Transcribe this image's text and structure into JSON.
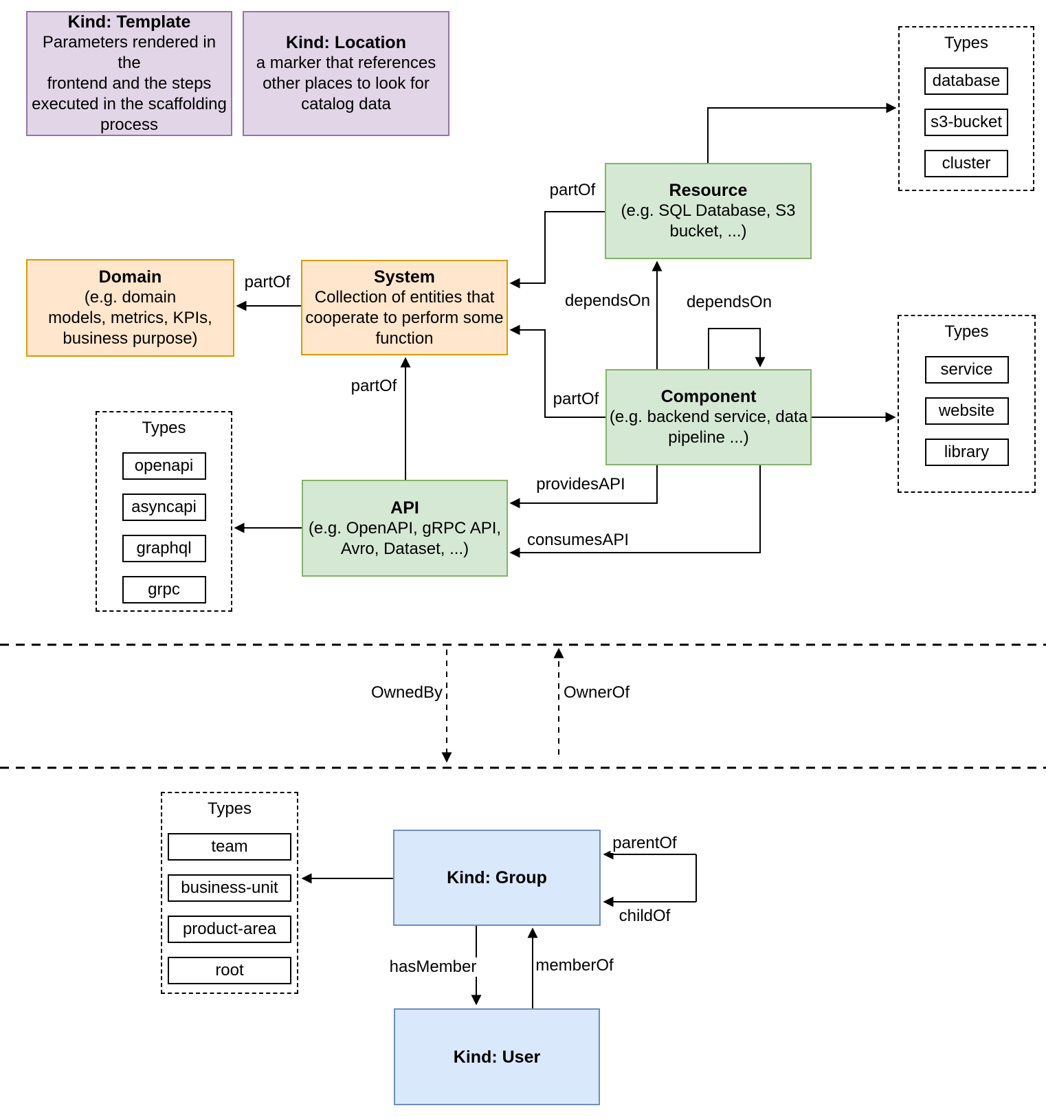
{
  "colors": {
    "green_fill": "#d5e8d4",
    "green_stroke": "#82b366",
    "orange_fill": "#ffe6cc",
    "orange_stroke": "#d79b00",
    "purple_fill": "#e1d5e7",
    "purple_stroke": "#9673a6",
    "blue_fill": "#dae8fc",
    "blue_stroke": "#6c8ebf",
    "line_color": "#000000"
  },
  "nodes": {
    "template": {
      "title": "Kind: Template",
      "body": "Parameters rendered in the\nfrontend and the steps\nexecuted in  the scaffolding\nprocess"
    },
    "location": {
      "title": "Kind: Location",
      "body": "a marker that references\nother places to look for\ncatalog data"
    },
    "resource": {
      "title": "Resource",
      "body": "(e.g. SQL Database, S3\nbucket, ...)"
    },
    "system": {
      "title": "System",
      "body": "Collection of entities that\ncooperate to perform some\nfunction"
    },
    "domain": {
      "title": "Domain",
      "body": "(e.g.  domain\nmodels, metrics, KPIs,\nbusiness purpose)"
    },
    "component": {
      "title": "Component",
      "body": "(e.g. backend service, data\npipeline ...)"
    },
    "api": {
      "title": "API",
      "body": "(e.g. OpenAPI, gRPC API,\nAvro, Dataset, ...)"
    },
    "group": {
      "title": "Kind: Group"
    },
    "user": {
      "title": "Kind: User"
    }
  },
  "panels": {
    "resource_types": {
      "title": "Types",
      "items": [
        "database",
        "s3-bucket",
        "cluster"
      ]
    },
    "component_types": {
      "title": "Types",
      "items": [
        "service",
        "website",
        "library"
      ]
    },
    "api_types": {
      "title": "Types",
      "items": [
        "openapi",
        "asyncapi",
        "graphql",
        "grpc"
      ]
    },
    "group_types": {
      "title": "Types",
      "items": [
        "team",
        "business-unit",
        "product-area",
        "root"
      ]
    }
  },
  "labels": {
    "part_of": "partOf",
    "depends_on": "dependsOn",
    "provides_api": "providesAPI",
    "consumes_api": "consumesAPI",
    "owned_by": "OwnedBy",
    "owner_of": "OwnerOf",
    "parent_of": "parentOf",
    "child_of": "childOf",
    "has_member": "hasMember",
    "member_of": "memberOf"
  }
}
